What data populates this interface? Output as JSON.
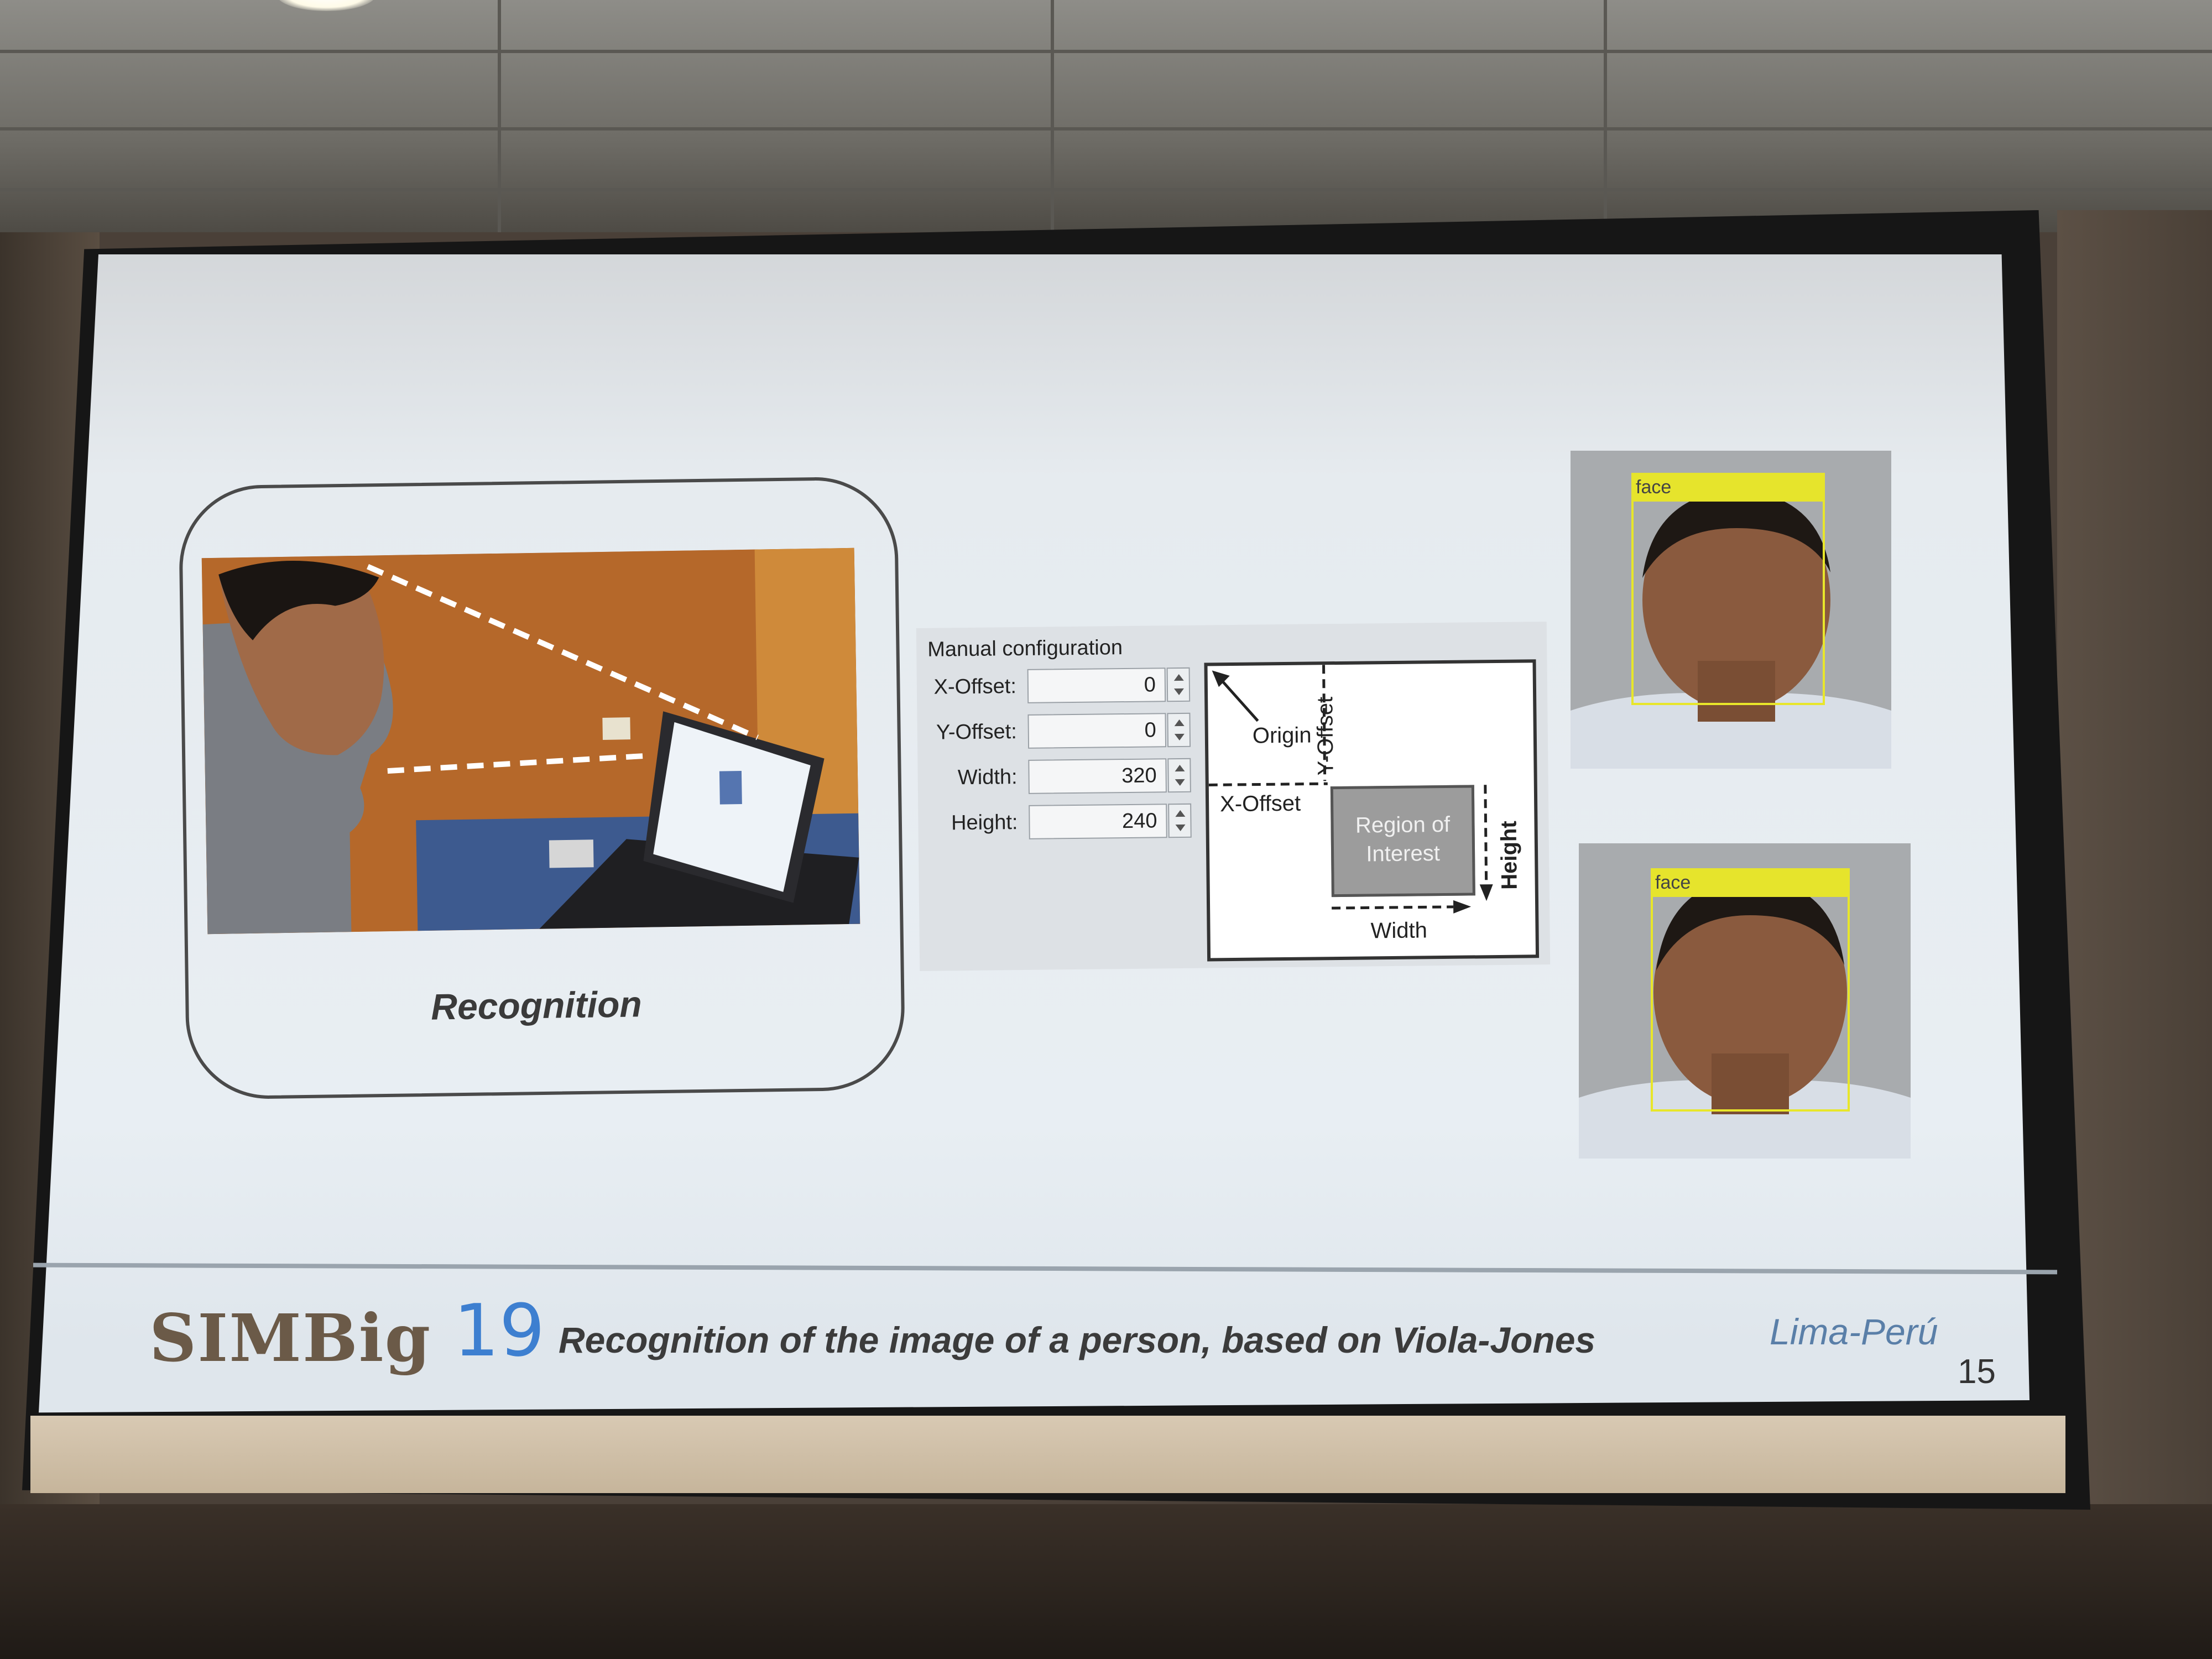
{
  "left_panel": {
    "caption": "Recognition"
  },
  "manual_configuration": {
    "title": "Manual configuration",
    "fields": [
      {
        "label": "X-Offset:",
        "value": "0"
      },
      {
        "label": "Y-Offset:",
        "value": "0"
      },
      {
        "label": "Width:",
        "value": "320"
      },
      {
        "label": "Height:",
        "value": "240"
      }
    ]
  },
  "roi_diagram": {
    "origin": "Origin",
    "y_offset": "Y-Offset",
    "x_offset": "X-Offset",
    "region_line1": "Region of",
    "region_line2": "Interest",
    "height": "Height",
    "width": "Width"
  },
  "face_detections": [
    {
      "label": "face"
    },
    {
      "label": "face"
    }
  ],
  "footer": {
    "brand": "SIMBig",
    "brand_number": "19",
    "slide_title": "Recognition of the image of a person, based on Viola-Jones",
    "location": "Lima-Perú",
    "page_number": "15"
  },
  "colors": {
    "screen": "#e8eef3",
    "brand_text": "#6b5a48",
    "brand_number": "#3d7fd0",
    "face_box": "#e8e62a",
    "location_text": "#5a7fa8"
  }
}
